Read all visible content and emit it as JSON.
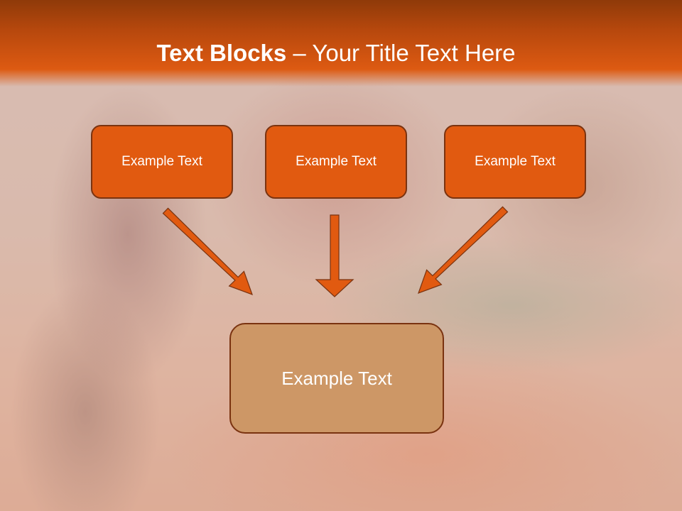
{
  "title": {
    "bold": "Text Blocks",
    "rest": " – Your Title Text Here"
  },
  "top_boxes": [
    {
      "label": "Example Text"
    },
    {
      "label": "Example Text"
    },
    {
      "label": "Example Text"
    }
  ],
  "bottom_box": {
    "label": "Example Text"
  },
  "colors": {
    "header": "#dd5a12",
    "top_box_fill": "#e15a10",
    "bottom_box_fill": "#cd9766",
    "box_border": "#7a3310",
    "arrow": "#e15a10",
    "title_text": "#ffffff"
  }
}
